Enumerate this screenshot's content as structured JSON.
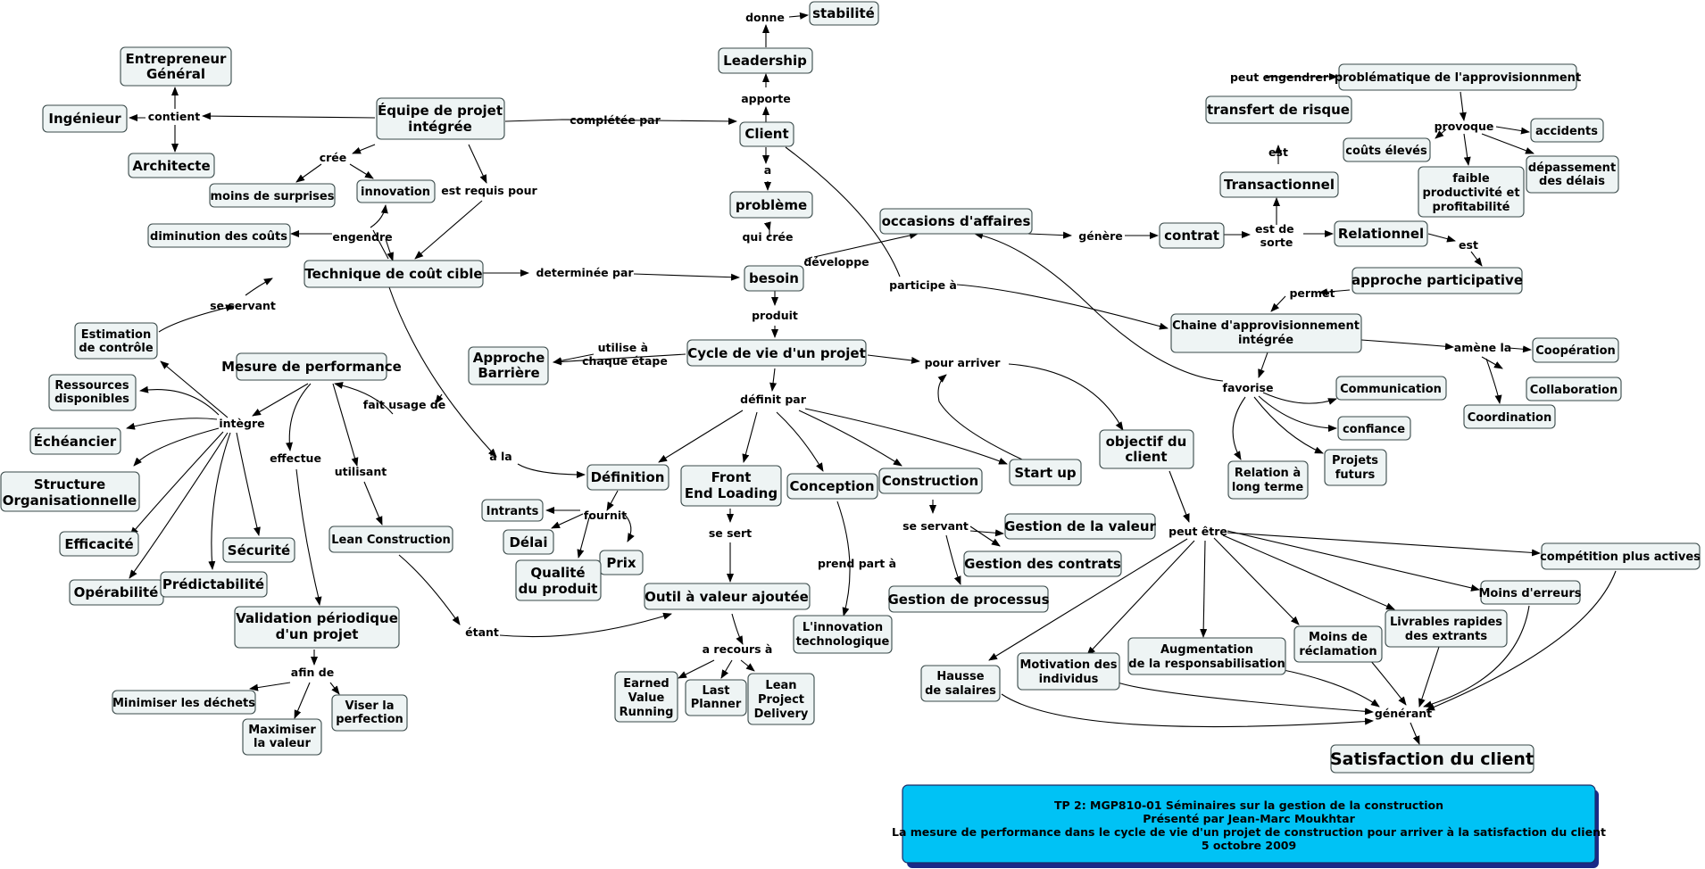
{
  "concepts": {
    "stabilite": "stabilité",
    "leadership": "Leadership",
    "client": "Client",
    "probleme": "problème",
    "besoin": "besoin",
    "cycle": "Cycle de vie d'un projet",
    "equipe": "Équipe de projet intégrée",
    "entrepreneur": "Entrepreneur Général",
    "ingenieur": "Ingénieur",
    "architecte": "Architecte",
    "surprises": "moins de surprises",
    "innovation": "innovation",
    "diminution": "diminution des coûts",
    "technique": "Technique de coût cible",
    "estimation": "Estimation de contrôle",
    "mesure": "Mesure de performance",
    "ressources": "Ressources disponibles",
    "echeancier": "Échéancier",
    "structure": "Structure Organisationnelle",
    "efficacite": "Efficacité",
    "securite": "Sécurité",
    "operabilite": "Opérabilité",
    "predictabilite": "Prédictabilité",
    "validation": "Validation périodique d'un projet",
    "minimiser": "Minimiser les déchets",
    "maximiser": "Maximiser la valeur",
    "viser": "Viser la perfection",
    "approche_barriere": "Approche Barrière",
    "lean_construction": "Lean Construction",
    "definition": "Définition",
    "front_end": "Front End Loading",
    "conception": "Conception",
    "construction": "Construction",
    "startup": "Start up",
    "intrants": "Intrants",
    "delai": "Délai",
    "prix": "Prix",
    "qualite": "Qualité du produit",
    "outil": "Outil à valeur ajoutée",
    "innovation_techno": "L'innovation technologique",
    "earned": "Earned Value Running",
    "last_planner": "Last Planner",
    "lean_project": "Lean Project Delivery",
    "gestion_valeur": "Gestion de la valeur",
    "gestion_contrats": "Gestion des contrats",
    "gestion_processus": "Gestion de processus",
    "occasions": "occasions d'affaires",
    "contrat": "contrat",
    "transactionnel": "Transactionnel",
    "relationnel": "Relationnel",
    "transfert": "transfert de risque",
    "problematique": "problématique de l'approvisionnment",
    "couts_eleves": "coûts élevés",
    "accidents": "accidents",
    "faible": "faible productivité et profitabilité",
    "depassement": "dépassement des délais",
    "approche_participative": "approche participative",
    "chaine": "Chaine d'approvisionnement intégrée",
    "cooperation": "Coopération",
    "collaboration": "Collaboration",
    "coordination": "Coordination",
    "communication": "Communication",
    "confiance": "confiance",
    "relation": "Relation à long terme",
    "projets_futurs": "Projets futurs",
    "objectif": "objectif du client",
    "competition": "compétition plus actives",
    "moins_erreurs": "Moins d'erreurs",
    "livrables": "Livrables rapides des extrants",
    "moins_reclamation": "Moins de réclamation",
    "augmentation": "Augmentation de la responsabilisation",
    "motivation": "Motivation des individus",
    "hausse": "Hausse de salaires",
    "satisfaction": "Satisfaction du client"
  },
  "links": {
    "donne": "donne",
    "apporte": "apporte",
    "a": "a",
    "qui_cree": "qui crée",
    "developpe": "développe",
    "produit": "produit",
    "participe": "participe à",
    "completee": "complétée par",
    "contient": "contient",
    "cree": "crée",
    "requis": "est requis pour",
    "engendre": "engendre",
    "determinee": "determinée par",
    "se_servant_1": "se servant",
    "integre": "intègre",
    "fait_usage": "fait usage de",
    "effectue": "effectue",
    "utilisant": "utilisant",
    "afin_de": "afin de",
    "etant": "étant",
    "a_la": "à la",
    "utilise": "utilise à chaque étape",
    "definit": "définit par",
    "pour_arriver": "pour arriver",
    "fournit": "fournit",
    "se_sert": "se sert",
    "a_recours": "a recours à",
    "prend_part": "prend part à",
    "se_servant_2": "se servant",
    "genere": "génère",
    "est_de_sorte": "est de sorte",
    "est_1": "est",
    "peut_engendrer": "peut engendrer",
    "provoque": "provoque",
    "est_2": "est",
    "permet": "permet",
    "amene": "amène la",
    "favorise": "favorise",
    "peut_etre": "peut être",
    "generant": "générant"
  },
  "title_box": {
    "line1": "TP 2: MGP810-01 Séminaires sur la gestion de la construction",
    "line2": "Présenté par Jean-Marc Moukhtar",
    "line3": "La mesure de performance dans le cycle de vie d'un projet de construction pour arriver à la satisfaction du client",
    "line4": "5 octobre 2009"
  }
}
